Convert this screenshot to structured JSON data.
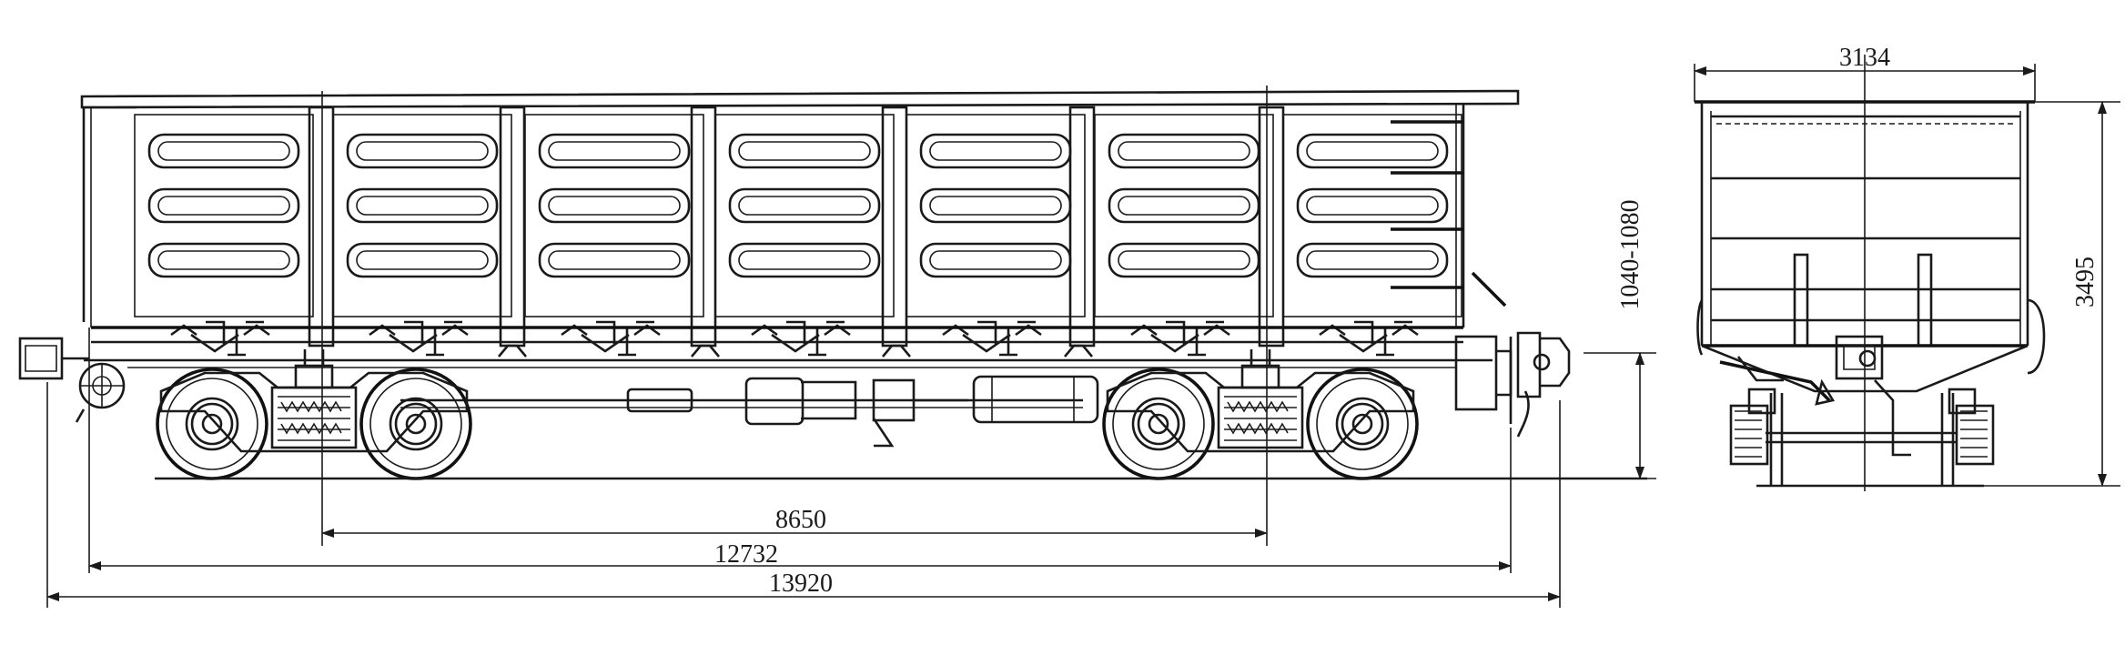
{
  "dimensions": {
    "bogie_center_distance": "8650",
    "length_over_body": "12732",
    "length_over_couplers": "13920",
    "coupler_height": "1040-1080",
    "width": "3134",
    "height": "3495"
  },
  "colors": {
    "line": "#1a1a1a",
    "background": "#ffffff"
  }
}
